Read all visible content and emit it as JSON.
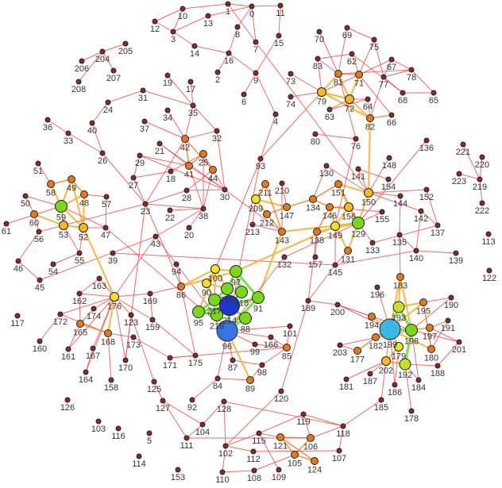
{
  "nodes": [
    "0",
    "1",
    "2",
    "3",
    "4",
    "5",
    "6",
    "7",
    "8",
    "9",
    "10",
    "11",
    "12",
    "13",
    "14",
    "15",
    "16",
    "17",
    "18",
    "19",
    "20",
    "21",
    "22",
    "23",
    "24",
    "25",
    "26",
    "27",
    "28",
    "29",
    "30",
    "31",
    "32",
    "33",
    "34",
    "35",
    "36",
    "37",
    "38",
    "39",
    "40",
    "41",
    "42",
    "43",
    "44",
    "45",
    "46",
    "47",
    "48",
    "49",
    "50",
    "51",
    "52",
    "53",
    "54",
    "55",
    "56",
    "57",
    "58",
    "59",
    "60",
    "61",
    "62",
    "63",
    "64",
    "65",
    "66",
    "67",
    "68",
    "69",
    "70",
    "71",
    "72",
    "73",
    "74",
    "75",
    "76",
    "77",
    "78",
    "79",
    "80",
    "81",
    "82",
    "83",
    "84",
    "85",
    "86",
    "87",
    "88",
    "89",
    "90",
    "91",
    "92",
    "93",
    "94",
    "95",
    "96",
    "97",
    "98",
    "99",
    "100",
    "101",
    "102",
    "103",
    "104",
    "105",
    "106",
    "107",
    "108",
    "109",
    "110",
    "111",
    "112",
    "113",
    "114",
    "115",
    "116",
    "117",
    "118",
    "119",
    "120",
    "121",
    "122",
    "123",
    "124",
    "125",
    "126",
    "127",
    "128",
    "129",
    "130",
    "131",
    "132",
    "133",
    "134",
    "135",
    "136",
    "137",
    "138",
    "139",
    "140",
    "141",
    "142",
    "143",
    "144",
    "145",
    "146",
    "147",
    "148",
    "149",
    "150",
    "151",
    "152",
    "153",
    "154",
    "155",
    "156",
    "157",
    "158",
    "159",
    "160",
    "161",
    "162",
    "163",
    "164",
    "165",
    "166",
    "167",
    "168",
    "169",
    "170",
    "171",
    "172",
    "173",
    "174",
    "175",
    "176",
    "177",
    "178",
    "179",
    "180",
    "181",
    "182",
    "183",
    "184",
    "185",
    "186",
    "187",
    "188",
    "189",
    "190",
    "191",
    "192",
    "193",
    "194",
    "195",
    "196",
    "197",
    "198",
    "199",
    "200",
    "201",
    "202",
    "203",
    "204",
    "205",
    "206",
    "207",
    "208",
    "209",
    "210",
    "211",
    "212",
    "213",
    "214",
    "215",
    "216",
    "217",
    "218",
    "219",
    "220",
    "221",
    "222",
    "223"
  ],
  "palette": {
    "default": "#8b2a2a",
    "orange": "#e07a22",
    "amber": "#f5b82a",
    "yellow": "#f2e02a",
    "lime": "#c6e02a",
    "green": "#7ad61e",
    "blue": "#1e36d2",
    "lightblue": "#3a74e0",
    "cyan": "#3cb6e2",
    "edge": "#f05a5a"
  },
  "groups": {
    "orange": [
      "42",
      "25",
      "44",
      "41",
      "49",
      "48",
      "58",
      "60",
      "165",
      "168",
      "86",
      "89",
      "85",
      "131",
      "151",
      "147",
      "143",
      "134",
      "138",
      "146",
      "212",
      "211",
      "81",
      "71",
      "82",
      "105",
      "106",
      "121",
      "124",
      "194",
      "195",
      "182",
      "177",
      "183",
      "197",
      "180"
    ],
    "amber": [
      "52",
      "53",
      "72",
      "79",
      "150",
      "156",
      "202"
    ],
    "yellow": [
      "176",
      "209",
      "149",
      "100",
      "90",
      "179"
    ],
    "lime": [
      "193",
      "192"
    ],
    "green": [
      "59",
      "129",
      "97",
      "95",
      "215",
      "218",
      "217",
      "216",
      "88",
      "91",
      "198"
    ],
    "blue": [
      "214"
    ],
    "lightblue": [
      "96"
    ],
    "cyan": [
      "199"
    ]
  },
  "edges": [
    [
      "0",
      "1"
    ],
    [
      "1",
      "10"
    ],
    [
      "10",
      "12"
    ],
    [
      "12",
      "3"
    ],
    [
      "3",
      "10"
    ],
    [
      "3",
      "14"
    ],
    [
      "14",
      "16"
    ],
    [
      "13",
      "0"
    ],
    [
      "3",
      "13"
    ],
    [
      "0",
      "8"
    ],
    [
      "8",
      "16"
    ],
    [
      "16",
      "2"
    ],
    [
      "1",
      "7"
    ],
    [
      "0",
      "7"
    ],
    [
      "0",
      "11"
    ],
    [
      "11",
      "15"
    ],
    [
      "15",
      "9"
    ],
    [
      "9",
      "6"
    ],
    [
      "9",
      "4"
    ],
    [
      "16",
      "9"
    ],
    [
      "7",
      "150"
    ],
    [
      "4",
      "93"
    ],
    [
      "204",
      "205"
    ],
    [
      "204",
      "206"
    ],
    [
      "204",
      "207"
    ],
    [
      "204",
      "208"
    ],
    [
      "19",
      "35"
    ],
    [
      "17",
      "35"
    ],
    [
      "31",
      "35"
    ],
    [
      "31",
      "24"
    ],
    [
      "24",
      "40"
    ],
    [
      "40",
      "26"
    ],
    [
      "36",
      "33"
    ],
    [
      "33",
      "26"
    ],
    [
      "26",
      "23"
    ],
    [
      "35",
      "42"
    ],
    [
      "35",
      "32"
    ],
    [
      "34",
      "42"
    ],
    [
      "37",
      "42"
    ],
    [
      "42",
      "32"
    ],
    [
      "32",
      "30"
    ],
    [
      "42",
      "23"
    ],
    [
      "21",
      "41"
    ],
    [
      "21",
      "30"
    ],
    [
      "42",
      "41"
    ],
    [
      "42",
      "44"
    ],
    [
      "25",
      "41"
    ],
    [
      "25",
      "18"
    ],
    [
      "25",
      "38"
    ],
    [
      "44",
      "38"
    ],
    [
      "44",
      "28"
    ],
    [
      "41",
      "38"
    ],
    [
      "29",
      "41"
    ],
    [
      "29",
      "30"
    ],
    [
      "18",
      "27"
    ],
    [
      "27",
      "23"
    ],
    [
      "27",
      "29"
    ],
    [
      "28",
      "30"
    ],
    [
      "28",
      "23"
    ],
    [
      "23",
      "38"
    ],
    [
      "22",
      "38"
    ],
    [
      "38",
      "20"
    ],
    [
      "38",
      "43"
    ],
    [
      "30",
      "143"
    ],
    [
      "23",
      "86"
    ],
    [
      "41",
      "30"
    ],
    [
      "25",
      "30"
    ],
    [
      "51",
      "58"
    ],
    [
      "58",
      "59"
    ],
    [
      "58",
      "49"
    ],
    [
      "49",
      "59"
    ],
    [
      "49",
      "48"
    ],
    [
      "49",
      "52"
    ],
    [
      "48",
      "57"
    ],
    [
      "48",
      "59"
    ],
    [
      "48",
      "52"
    ],
    [
      "57",
      "47"
    ],
    [
      "59",
      "52"
    ],
    [
      "59",
      "53"
    ],
    [
      "59",
      "47"
    ],
    [
      "53",
      "52"
    ],
    [
      "52",
      "47"
    ],
    [
      "50",
      "59"
    ],
    [
      "50",
      "60"
    ],
    [
      "60",
      "53"
    ],
    [
      "61",
      "59"
    ],
    [
      "60",
      "56"
    ],
    [
      "56",
      "46"
    ],
    [
      "46",
      "45"
    ],
    [
      "45",
      "43"
    ],
    [
      "54",
      "55"
    ],
    [
      "55",
      "52"
    ],
    [
      "52",
      "176"
    ],
    [
      "47",
      "96"
    ],
    [
      "43",
      "94"
    ],
    [
      "94",
      "86"
    ],
    [
      "94",
      "96"
    ],
    [
      "86",
      "100"
    ],
    [
      "39",
      "145"
    ],
    [
      "53",
      "55"
    ],
    [
      "56",
      "23"
    ],
    [
      "163",
      "176"
    ],
    [
      "162",
      "176"
    ],
    [
      "162",
      "163"
    ],
    [
      "162",
      "165"
    ],
    [
      "172",
      "176"
    ],
    [
      "172",
      "160"
    ],
    [
      "172",
      "168"
    ],
    [
      "174",
      "176"
    ],
    [
      "174",
      "165"
    ],
    [
      "165",
      "161"
    ],
    [
      "161",
      "176"
    ],
    [
      "167",
      "176"
    ],
    [
      "164",
      "167"
    ],
    [
      "164",
      "176"
    ],
    [
      "168",
      "176"
    ],
    [
      "168",
      "158"
    ],
    [
      "168",
      "173"
    ],
    [
      "168",
      "165"
    ],
    [
      "170",
      "176"
    ],
    [
      "170",
      "123"
    ],
    [
      "123",
      "176"
    ],
    [
      "123",
      "125"
    ],
    [
      "173",
      "171"
    ],
    [
      "171",
      "175"
    ],
    [
      "171",
      "85"
    ],
    [
      "176",
      "169"
    ],
    [
      "169",
      "159"
    ],
    [
      "169",
      "86"
    ],
    [
      "176",
      "159"
    ],
    [
      "159",
      "175"
    ],
    [
      "23",
      "170"
    ],
    [
      "125",
      "127"
    ],
    [
      "127",
      "104"
    ],
    [
      "127",
      "111"
    ],
    [
      "104",
      "111"
    ],
    [
      "104",
      "128"
    ],
    [
      "128",
      "102"
    ],
    [
      "92",
      "84"
    ],
    [
      "84",
      "89"
    ],
    [
      "84",
      "96"
    ],
    [
      "87",
      "98"
    ],
    [
      "87",
      "96"
    ],
    [
      "128",
      "118"
    ],
    [
      "176",
      "43"
    ],
    [
      "86",
      "175"
    ],
    [
      "100",
      "97"
    ],
    [
      "100",
      "90"
    ],
    [
      "100",
      "215"
    ],
    [
      "100",
      "217"
    ],
    [
      "90",
      "217"
    ],
    [
      "90",
      "215"
    ],
    [
      "97",
      "215"
    ],
    [
      "97",
      "218"
    ],
    [
      "97",
      "91"
    ],
    [
      "215",
      "214"
    ],
    [
      "218",
      "214"
    ],
    [
      "217",
      "214"
    ],
    [
      "216",
      "214"
    ],
    [
      "95",
      "214"
    ],
    [
      "95",
      "217"
    ],
    [
      "95",
      "216"
    ],
    [
      "88",
      "214"
    ],
    [
      "88",
      "96"
    ],
    [
      "91",
      "96"
    ],
    [
      "214",
      "96"
    ],
    [
      "91",
      "214"
    ],
    [
      "215",
      "217"
    ],
    [
      "97",
      "149"
    ],
    [
      "86",
      "97"
    ],
    [
      "93",
      "100"
    ],
    [
      "100",
      "95"
    ],
    [
      "91",
      "143"
    ],
    [
      "96",
      "89"
    ],
    [
      "96",
      "99"
    ],
    [
      "96",
      "166"
    ],
    [
      "96",
      "101"
    ],
    [
      "209",
      "211"
    ],
    [
      "209",
      "147"
    ],
    [
      "209",
      "212"
    ],
    [
      "209",
      "213"
    ],
    [
      "211",
      "143"
    ],
    [
      "210",
      "143"
    ],
    [
      "210",
      "147"
    ],
    [
      "212",
      "147"
    ],
    [
      "212",
      "143"
    ],
    [
      "213",
      "143"
    ],
    [
      "147",
      "134"
    ],
    [
      "143",
      "129"
    ],
    [
      "134",
      "151"
    ],
    [
      "134",
      "130"
    ],
    [
      "134",
      "146"
    ],
    [
      "146",
      "156"
    ],
    [
      "146",
      "149"
    ],
    [
      "151",
      "156"
    ],
    [
      "151",
      "150"
    ],
    [
      "151",
      "129"
    ],
    [
      "156",
      "129"
    ],
    [
      "156",
      "149"
    ],
    [
      "149",
      "129"
    ],
    [
      "150",
      "129"
    ],
    [
      "150",
      "141"
    ],
    [
      "141",
      "154"
    ],
    [
      "136",
      "129"
    ],
    [
      "150",
      "144"
    ],
    [
      "150",
      "152"
    ],
    [
      "152",
      "137"
    ],
    [
      "144",
      "135"
    ],
    [
      "142",
      "137"
    ],
    [
      "142",
      "140"
    ],
    [
      "150",
      "82"
    ],
    [
      "76",
      "149"
    ],
    [
      "129",
      "131"
    ],
    [
      "149",
      "131"
    ],
    [
      "149",
      "145"
    ],
    [
      "138",
      "157"
    ],
    [
      "138",
      "146"
    ],
    [
      "138",
      "129"
    ],
    [
      "129",
      "133"
    ],
    [
      "133",
      "137"
    ],
    [
      "135",
      "140"
    ],
    [
      "140",
      "139"
    ],
    [
      "145",
      "140"
    ],
    [
      "131",
      "145"
    ],
    [
      "132",
      "129"
    ],
    [
      "155",
      "129"
    ],
    [
      "155",
      "146"
    ],
    [
      "130",
      "150"
    ],
    [
      "148",
      "150"
    ],
    [
      "150",
      "142"
    ],
    [
      "135",
      "183"
    ],
    [
      "132",
      "96"
    ],
    [
      "138",
      "189"
    ],
    [
      "70",
      "81"
    ],
    [
      "69",
      "81"
    ],
    [
      "69",
      "75"
    ],
    [
      "75",
      "71"
    ],
    [
      "75",
      "77"
    ],
    [
      "83",
      "62"
    ],
    [
      "83",
      "79"
    ],
    [
      "62",
      "71"
    ],
    [
      "62",
      "68"
    ],
    [
      "81",
      "71"
    ],
    [
      "81",
      "79"
    ],
    [
      "81",
      "72"
    ],
    [
      "71",
      "72"
    ],
    [
      "79",
      "72"
    ],
    [
      "79",
      "82"
    ],
    [
      "72",
      "82"
    ],
    [
      "72",
      "63"
    ],
    [
      "64",
      "63"
    ],
    [
      "64",
      "82"
    ],
    [
      "64",
      "72"
    ],
    [
      "82",
      "66"
    ],
    [
      "67",
      "77"
    ],
    [
      "67",
      "79"
    ],
    [
      "67",
      "78"
    ],
    [
      "78",
      "77"
    ],
    [
      "77",
      "68"
    ],
    [
      "68",
      "65"
    ],
    [
      "65",
      "78"
    ],
    [
      "73",
      "79"
    ],
    [
      "74",
      "79"
    ],
    [
      "80",
      "76"
    ],
    [
      "76",
      "81"
    ],
    [
      "79",
      "93"
    ],
    [
      "81",
      "78"
    ],
    [
      "83",
      "81"
    ],
    [
      "71",
      "66"
    ],
    [
      "77",
      "82"
    ],
    [
      "221",
      "219"
    ],
    [
      "220",
      "219"
    ],
    [
      "223",
      "219"
    ],
    [
      "219",
      "222"
    ],
    [
      "183",
      "193"
    ],
    [
      "183",
      "199"
    ],
    [
      "183",
      "198"
    ],
    [
      "196",
      "199"
    ],
    [
      "193",
      "199"
    ],
    [
      "193",
      "195"
    ],
    [
      "195",
      "199"
    ],
    [
      "195",
      "190"
    ],
    [
      "190",
      "198"
    ],
    [
      "194",
      "199"
    ],
    [
      "194",
      "200"
    ],
    [
      "200",
      "189"
    ],
    [
      "189",
      "145"
    ],
    [
      "199",
      "198"
    ],
    [
      "198",
      "197"
    ],
    [
      "197",
      "191"
    ],
    [
      "198",
      "201"
    ],
    [
      "199",
      "182"
    ],
    [
      "182",
      "177"
    ],
    [
      "177",
      "203"
    ],
    [
      "199",
      "179"
    ],
    [
      "179",
      "202"
    ],
    [
      "202",
      "192"
    ],
    [
      "192",
      "198"
    ],
    [
      "192",
      "188"
    ],
    [
      "188",
      "201"
    ],
    [
      "180",
      "199"
    ],
    [
      "180",
      "195"
    ],
    [
      "202",
      "187"
    ],
    [
      "202",
      "181"
    ],
    [
      "192",
      "184"
    ],
    [
      "192",
      "178"
    ],
    [
      "186",
      "199"
    ],
    [
      "185",
      "199"
    ],
    [
      "185",
      "118"
    ],
    [
      "118",
      "119"
    ],
    [
      "118",
      "107"
    ],
    [
      "118",
      "106"
    ],
    [
      "106",
      "121"
    ],
    [
      "106",
      "105"
    ],
    [
      "121",
      "105"
    ],
    [
      "121",
      "124"
    ],
    [
      "105",
      "124"
    ],
    [
      "115",
      "121"
    ],
    [
      "115",
      "109"
    ],
    [
      "108",
      "105"
    ],
    [
      "112",
      "107"
    ],
    [
      "102",
      "115"
    ],
    [
      "102",
      "110"
    ],
    [
      "110",
      "108"
    ],
    [
      "102",
      "112"
    ],
    [
      "85",
      "101"
    ],
    [
      "85",
      "166"
    ],
    [
      "85",
      "99"
    ],
    [
      "98",
      "89"
    ],
    [
      "98",
      "85"
    ],
    [
      "120",
      "189"
    ],
    [
      "120",
      "102"
    ],
    [
      "200",
      "199"
    ],
    [
      "93",
      "96"
    ],
    [
      "119",
      "106"
    ],
    [
      "184",
      "198"
    ],
    [
      "203",
      "198"
    ],
    [
      "193",
      "198"
    ],
    [
      "197",
      "201"
    ],
    [
      "191",
      "180"
    ],
    [
      "186",
      "179"
    ],
    [
      "200",
      "198"
    ],
    [
      "115",
      "119"
    ],
    [
      "111",
      "106"
    ]
  ]
}
